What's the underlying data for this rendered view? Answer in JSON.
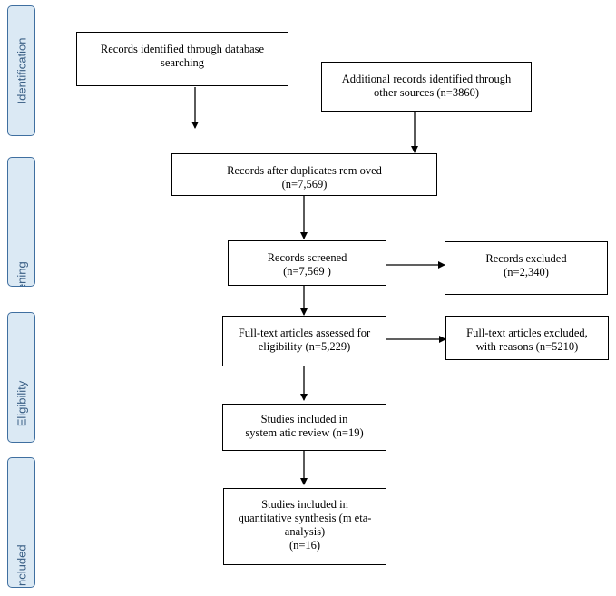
{
  "stages": {
    "identification": "Identification",
    "screening": "Screening",
    "eligibility": "Eligibility",
    "included": "Included"
  },
  "boxes": {
    "database_search": {
      "lines": [
        "Records identified through database",
        "searching"
      ]
    },
    "other_sources": {
      "lines": [
        "Additional records identified through",
        "other sources (n=3860)"
      ]
    },
    "duplicates_removed": {
      "lines": [
        "Records after duplicates rem oved",
        "(n=7,569)"
      ]
    },
    "screened": {
      "lines": [
        "Records screened",
        "(n=7,569 )"
      ]
    },
    "excluded": {
      "lines": [
        "Records excluded",
        "(n=2,340)"
      ]
    },
    "fulltext_assessed": {
      "lines": [
        "Full-text articles assessed for",
        "eligibility  (n=5,229)"
      ]
    },
    "fulltext_excluded": {
      "lines": [
        "Full-text articles excluded,",
        "with reasons (n=5210)"
      ]
    },
    "qualitative": {
      "lines": [
        "Studies included in",
        "system atic review (n=19)"
      ]
    },
    "quantitative": {
      "lines": [
        "Studies included in",
        "quantitative synthesis (m eta-",
        "analysis)",
        "(n=16)"
      ]
    }
  }
}
